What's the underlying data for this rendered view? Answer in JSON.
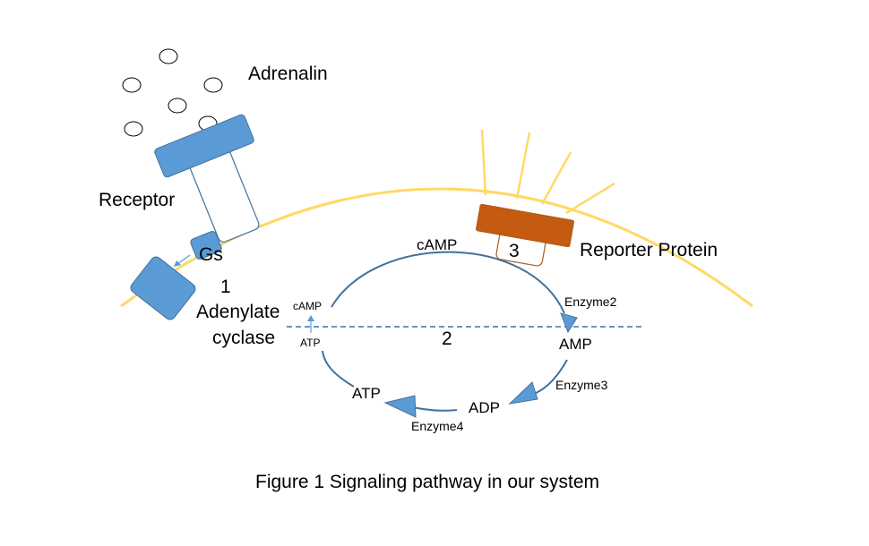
{
  "colors": {
    "membrane": "#FFD966",
    "receptor": "#5B9BD5",
    "receptor_outline": "#41719C",
    "reporter": "#C55A11",
    "reporter_outline": "#AE5A21",
    "cycle": "#41719C",
    "arrowhead": "#5B9BD5",
    "dashed_line": "#2E75B6",
    "light_rays": "#FFD966"
  },
  "labels": {
    "adrenalin": "Adrenalin",
    "receptor": "Receptor",
    "gs": "Gs",
    "step1": "1",
    "adenylate": "Adenylate",
    "cyclase": "cyclase",
    "camp_small": "cAMP",
    "atp_small": "ATP",
    "camp_top": "cAMP",
    "step2": "2",
    "step3": "3",
    "reporter_protein": "Reporter Protein",
    "enzyme2": "Enzyme2",
    "amp": "AMP",
    "enzyme3": "Enzyme3",
    "adp": "ADP",
    "enzyme4": "Enzyme4",
    "atp_bottom": "ATP"
  },
  "caption": "Figure 1  Signaling pathway in our system",
  "icons": {
    "adrenalin_molecule": "ellipse-outline",
    "receptor": "t-shaped-receptor",
    "gs_protein": "rounded-square",
    "adenylate_cyclase": "rounded-rectangle",
    "reporter_protein": "t-shaped-block",
    "light_emission": "ray-lines"
  }
}
